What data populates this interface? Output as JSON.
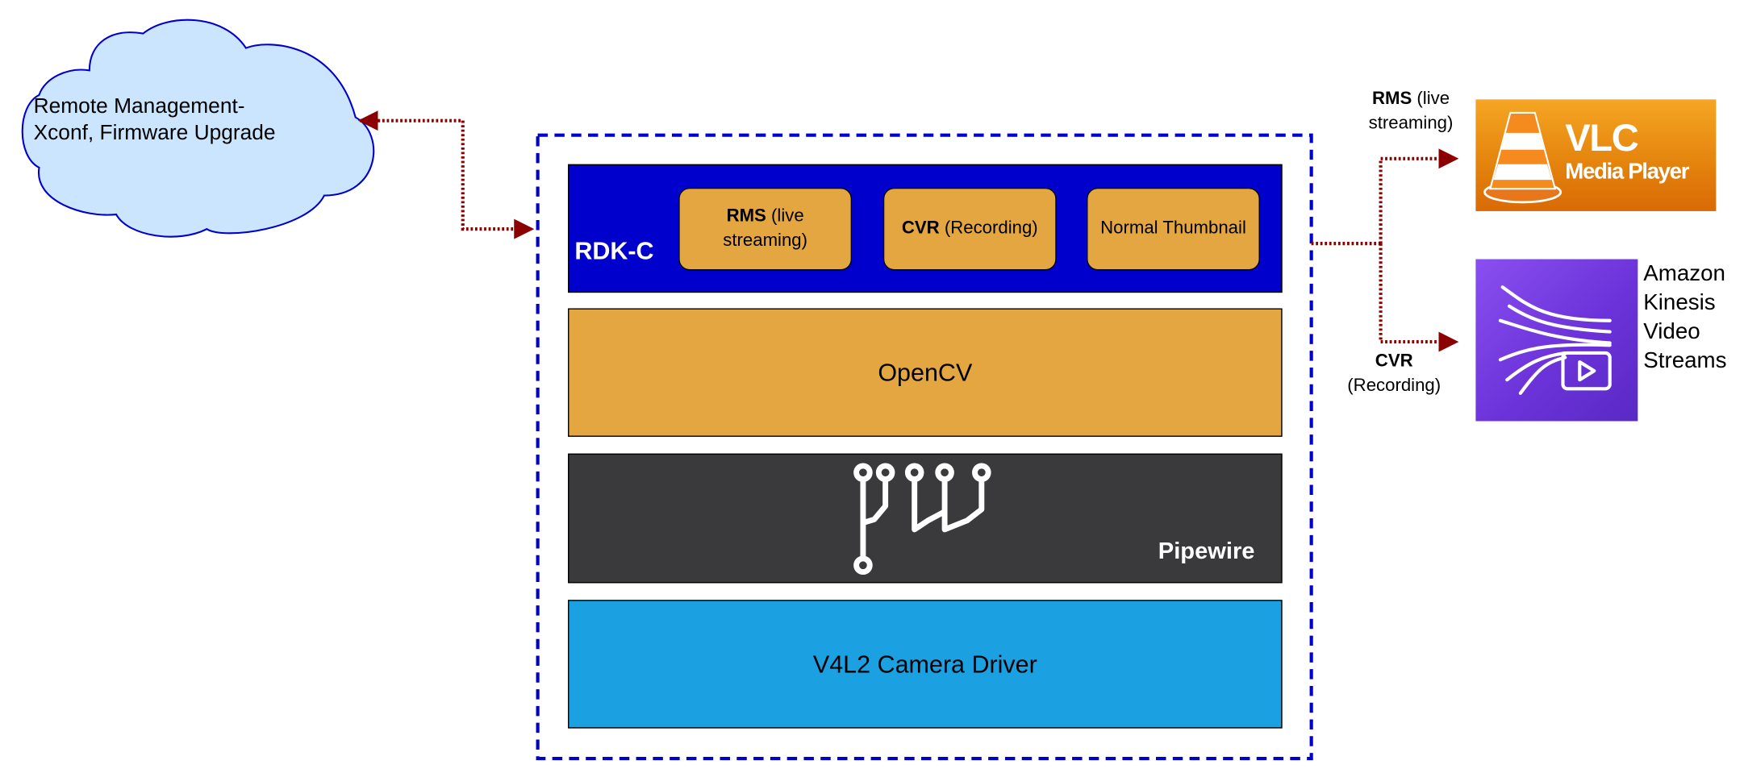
{
  "cloud": {
    "text_line1": "Remote Management-",
    "text_line2": "Xconf, Firmware Upgrade"
  },
  "rdk": {
    "label": "RDK-C",
    "modules": [
      {
        "bold": "RMS",
        "rest": " (live",
        "line2": "streaming)"
      },
      {
        "bold": "CVR",
        "rest": " (Recording)"
      },
      {
        "text": "Normal Thumbnail"
      }
    ]
  },
  "layers": {
    "opencv": "OpenCV",
    "pipewire": "Pipewire",
    "v4l2": "V4L2 Camera Driver"
  },
  "outputs": {
    "rms": {
      "bold": "RMS",
      "rest": " (live",
      "line2": "streaming)"
    },
    "cvr": {
      "bold": "CVR",
      "line2": "(Recording)"
    },
    "vlc": {
      "title": "VLC",
      "subtitle": "Media Player"
    },
    "kinesis": {
      "lines": [
        "Amazon",
        "Kinesis",
        "Video",
        "Streams"
      ]
    }
  },
  "colors": {
    "rdk_blue": "#0000cc",
    "module_orange": "#e3a640",
    "pipewire_dark": "#3a3a3c",
    "v4l2_blue": "#1ba1e2",
    "arrow_red": "#8b0000",
    "cloud_fill": "#cce5ff",
    "cloud_stroke": "#0000cc"
  }
}
